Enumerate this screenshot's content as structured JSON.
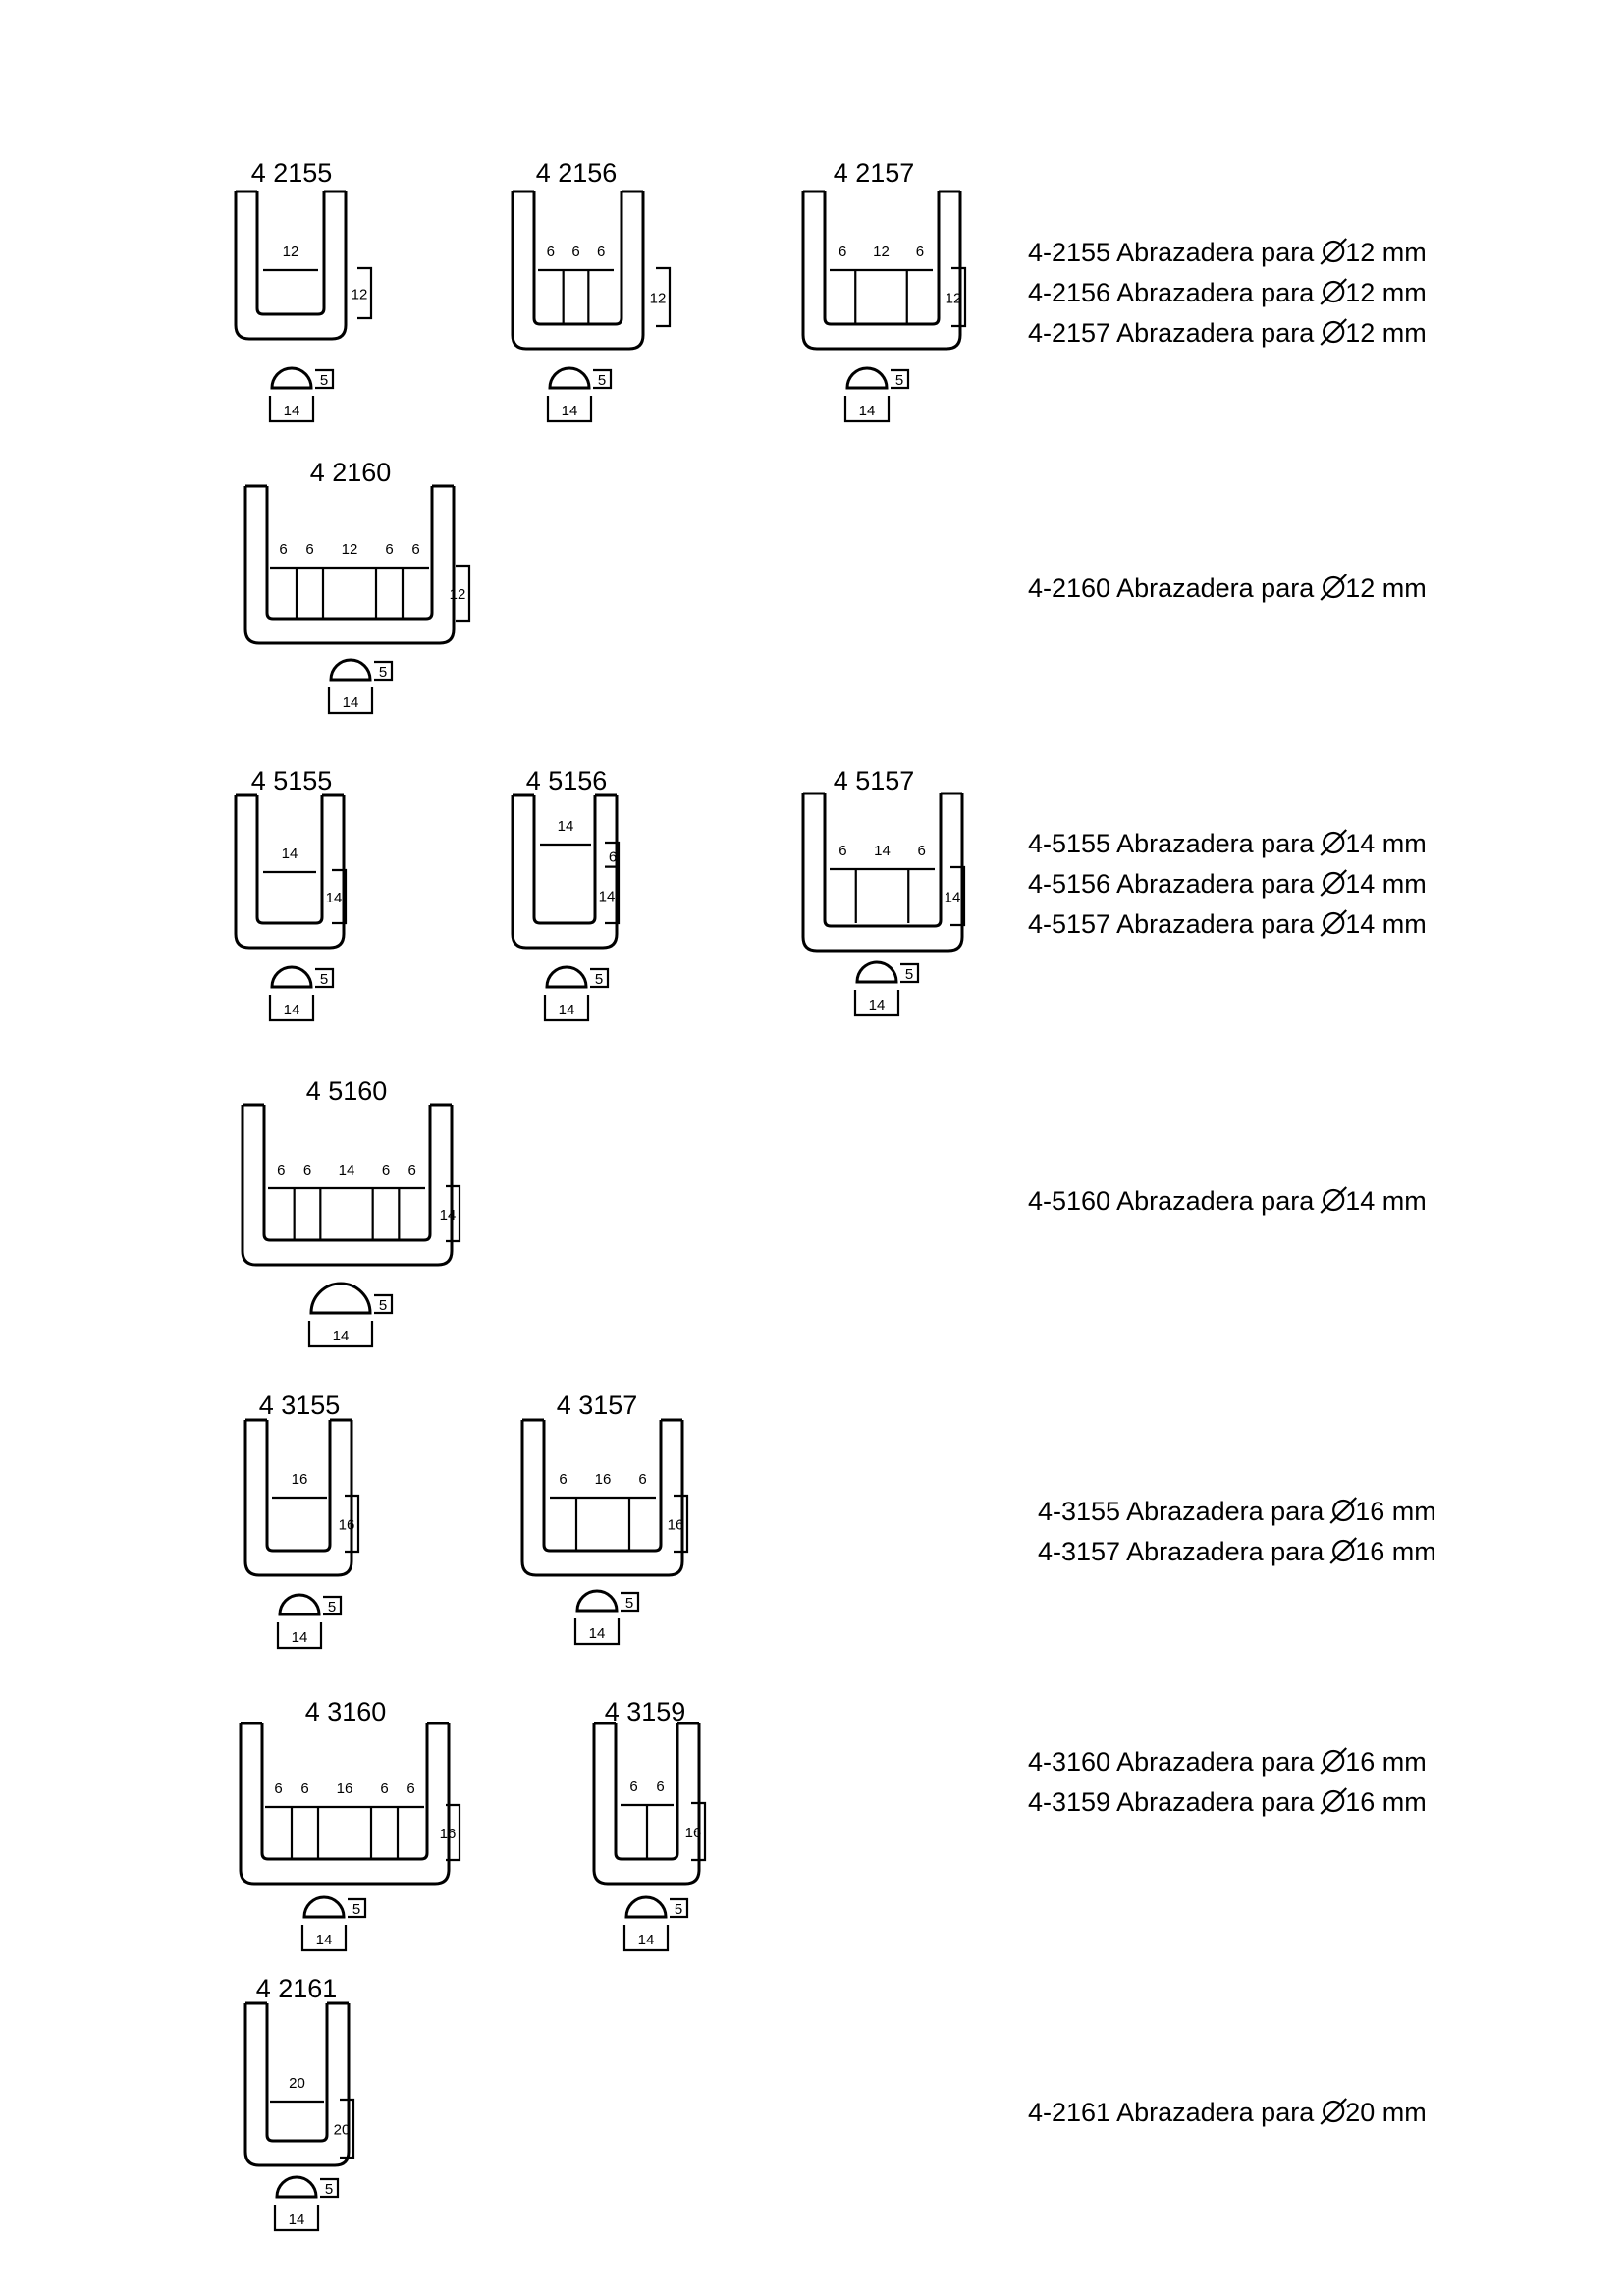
{
  "parts": [
    {
      "label": "4  2155",
      "cells": [
        "12"
      ],
      "height": "12",
      "wedge_h": "5",
      "wedge_w": "14"
    },
    {
      "label": "4  2156",
      "cells": [
        "6",
        "6",
        "6"
      ],
      "height": "12",
      "wedge_h": "5",
      "wedge_w": "14"
    },
    {
      "label": "4  2157",
      "cells": [
        "6",
        "12",
        "6"
      ],
      "height": "12",
      "wedge_h": "5",
      "wedge_w": "14"
    },
    {
      "label": "4  2160",
      "cells": [
        "6",
        "6",
        "12",
        "6",
        "6"
      ],
      "height": "12",
      "wedge_h": "5",
      "wedge_w": "14"
    },
    {
      "label": "4  5155",
      "cells": [
        "14"
      ],
      "height": "14",
      "wedge_h": "5",
      "wedge_w": "14"
    },
    {
      "label": "4  5156",
      "cells": [
        "14"
      ],
      "height": "14",
      "height_extra": "6",
      "wedge_h": "5",
      "wedge_w": "14"
    },
    {
      "label": "4  5157",
      "cells": [
        "6",
        "14",
        "6"
      ],
      "height": "14",
      "wedge_h": "5",
      "wedge_w": "14"
    },
    {
      "label": "4  5160",
      "cells": [
        "6",
        "6",
        "14",
        "6",
        "6"
      ],
      "height": "14",
      "wedge_h": "5",
      "wedge_w": "14"
    },
    {
      "label": "4  3155",
      "cells": [
        "16"
      ],
      "height": "16",
      "wedge_h": "5",
      "wedge_w": "14"
    },
    {
      "label": "4  3157",
      "cells": [
        "6",
        "16",
        "6"
      ],
      "height": "16",
      "wedge_h": "5",
      "wedge_w": "14"
    },
    {
      "label": "4  3160",
      "cells": [
        "6",
        "6",
        "16",
        "6",
        "6"
      ],
      "height": "16",
      "wedge_h": "5",
      "wedge_w": "14"
    },
    {
      "label": "4  3159",
      "cells": [
        "6",
        "6"
      ],
      "height": "16",
      "wedge_h": "5",
      "wedge_w": "14"
    },
    {
      "label": "4  2161",
      "cells": [
        "20"
      ],
      "height": "20",
      "wedge_h": "5",
      "wedge_w": "14"
    }
  ],
  "descriptions": [
    {
      "code": "4-2155",
      "text": "Abrazadera para",
      "size": "12 mm"
    },
    {
      "code": "4-2156",
      "text": "Abrazadera para",
      "size": "12 mm"
    },
    {
      "code": "4-2157",
      "text": "Abrazadera para",
      "size": "12 mm"
    },
    {
      "code": "4-2160",
      "text": "Abrazadera para",
      "size": "12 mm"
    },
    {
      "code": "4-5155",
      "text": "Abrazadera para",
      "size": "14 mm"
    },
    {
      "code": "4-5156",
      "text": "Abrazadera para",
      "size": "14 mm"
    },
    {
      "code": "4-5157",
      "text": "Abrazadera para",
      "size": "14 mm"
    },
    {
      "code": "4-5160",
      "text": "Abrazadera para",
      "size": "14 mm"
    },
    {
      "code": "4-3155",
      "text": "Abrazadera para",
      "size": "16 mm"
    },
    {
      "code": "4-3157",
      "text": "Abrazadera para",
      "size": "16 mm"
    },
    {
      "code": "4-3160",
      "text": "Abrazadera para",
      "size": "16 mm"
    },
    {
      "code": "4-3159",
      "text": "Abrazadera para",
      "size": "16 mm"
    },
    {
      "code": "4-2161",
      "text": "Abrazadera para",
      "size": "20  mm"
    }
  ],
  "diameter_symbol": "diameter-icon"
}
